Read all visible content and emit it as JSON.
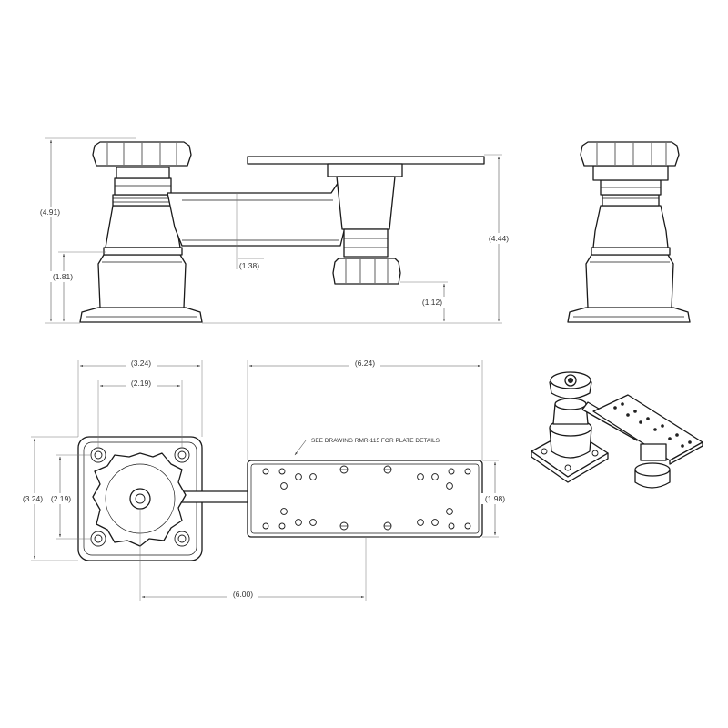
{
  "dimensions": {
    "overall_height": "(4.91)",
    "base_height": "(1.81)",
    "arm_offset": "(1.38)",
    "plate_height": "(4.44)",
    "lower_knob_height": "(1.12)",
    "base_width": "(3.24)",
    "hole_spacing_x": "(2.19)",
    "plate_length": "(6.24)",
    "base_depth": "(3.24)",
    "hole_spacing_y": "(2.19)",
    "plate_width": "(1.98)",
    "center_distance": "(6.00)"
  },
  "note": "SEE DRAWING RMR-115 FOR PLATE DETAILS"
}
